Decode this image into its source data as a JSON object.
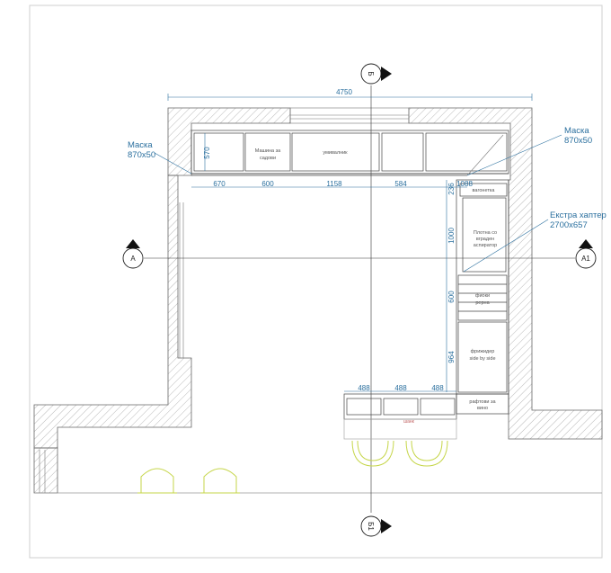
{
  "overall_dimension": "4750",
  "axes": {
    "top": "Б",
    "bottom": "Б1",
    "left": "A",
    "right": "A1"
  },
  "notes": {
    "mask_left": [
      "Маска",
      "870x50"
    ],
    "mask_right": [
      "Маска",
      "870x50"
    ],
    "hood": [
      "Екстра хаптер",
      "2700x657"
    ]
  },
  "top_run_dims": [
    "670",
    "600",
    "1158",
    "584",
    "1088"
  ],
  "right_run_dims": [
    "1000",
    "600",
    "964"
  ],
  "right_top_dim": "236",
  "island_dims": [
    "488",
    "488",
    "488"
  ],
  "top_depth_dim": "570",
  "appliances": {
    "dishwasher": [
      "Машина за",
      "садови"
    ],
    "sink": "умивалник",
    "cabinet_small": "вагонетка",
    "oven": [
      "Плотна со",
      "вграден",
      "аспиратор"
    ],
    "drawers": [
      "фиоки",
      "рерна"
    ],
    "fridge": [
      "фрижидер",
      "side by side"
    ],
    "wine": [
      "рафтови за",
      "вино"
    ],
    "bar": "шанк"
  },
  "colors": {
    "wall_hatch": "#b8b8b8",
    "dimension": "#2a6f9e",
    "chairs": "#c6d64a",
    "lines": "#555555"
  }
}
